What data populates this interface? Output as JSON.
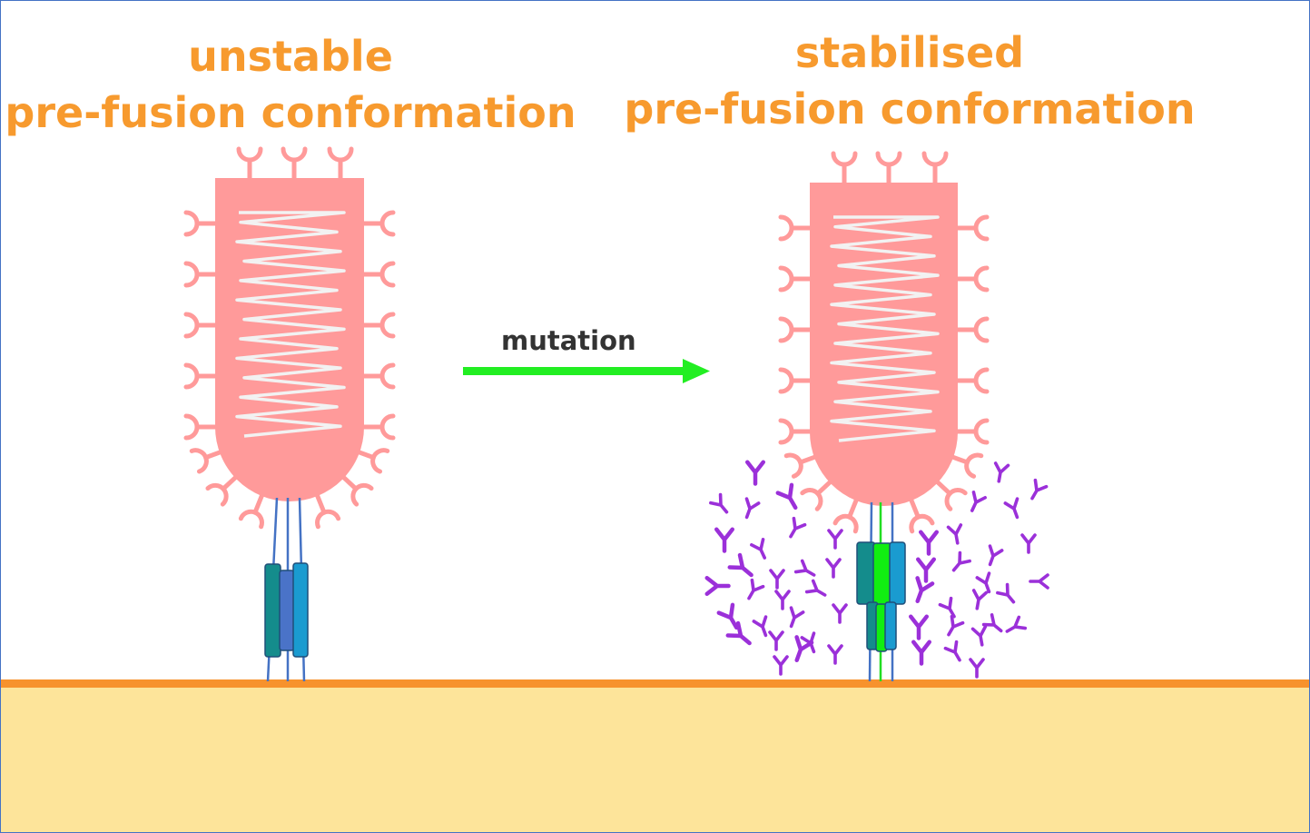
{
  "left_panel": {
    "title_line1": "unstable",
    "title_line2": "pre-fusion conformation"
  },
  "right_panel": {
    "title_line1": "stabilised",
    "title_line2": "pre-fusion conformation"
  },
  "transition": {
    "label": "mutation",
    "arrow_direction": "right"
  },
  "colors": {
    "title": "#f79a2e",
    "protein_head": "#ff9a9a",
    "helix": "#f2f2f2",
    "stalk_line": "#4472c4",
    "stalk_green": "#22dd22",
    "arrow": "#22ee22",
    "antibody": "#9b30d9",
    "membrane_line": "#f7922d",
    "membrane_fill": "#fde49a",
    "frame": "#4472c4",
    "segment_teal": "#148c8c",
    "segment_blue": "#4472c4",
    "segment_cyan": "#1a9bd0",
    "segment_green": "#11ee11"
  },
  "icons": {
    "protein": "fusion-protein-icon",
    "antibody": "antibody-icon",
    "arrow": "arrow-right-icon"
  }
}
